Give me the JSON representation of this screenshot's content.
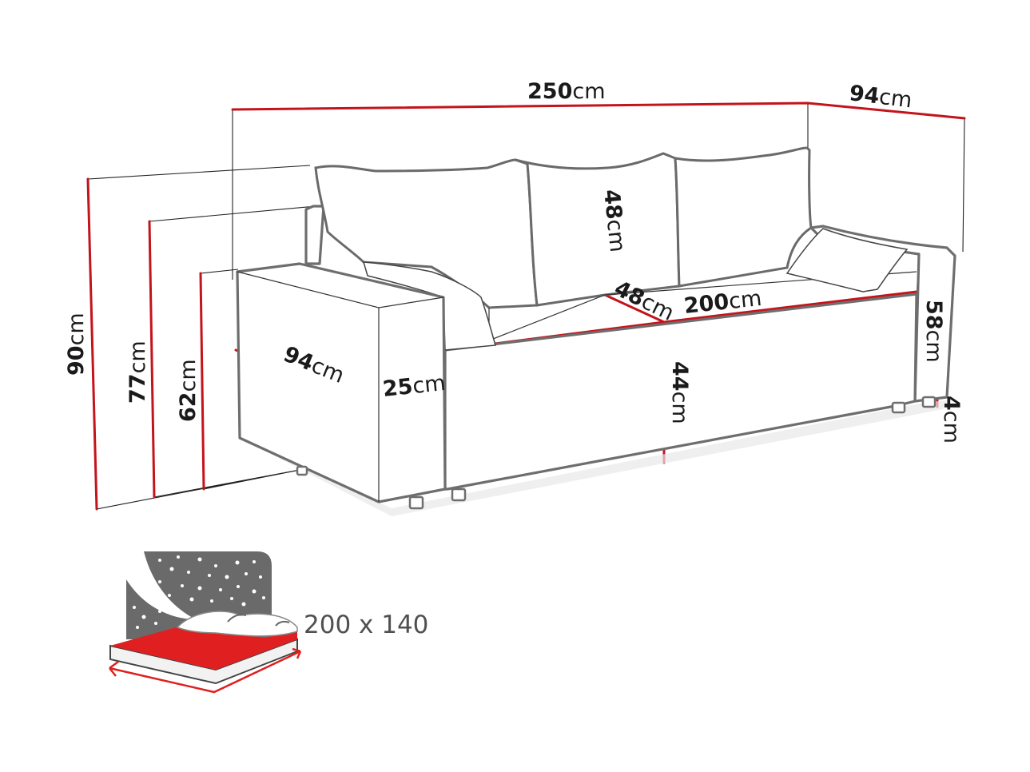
{
  "diagram": {
    "subject": "Three-seat sofa bed dimensions",
    "colors": {
      "dimension_line": "#c4141b",
      "outline": "#6e6e6e",
      "bed_sheet": "#e02020",
      "night_sky": "#6a6a6a"
    },
    "dimensions": {
      "total_width": {
        "value": "250",
        "unit": "cm"
      },
      "total_depth": {
        "value": "94",
        "unit": "cm"
      },
      "total_height": {
        "value": "90",
        "unit": "cm"
      },
      "back_height": {
        "value": "77",
        "unit": "cm"
      },
      "armrest_height": {
        "value": "62",
        "unit": "cm"
      },
      "armrest_depth": {
        "value": "94",
        "unit": "cm"
      },
      "armrest_width": {
        "value": "25",
        "unit": "cm"
      },
      "backrest_cushion_height": {
        "value": "48",
        "unit": "cm"
      },
      "seat_depth": {
        "value": "48",
        "unit": "cm"
      },
      "seat_width": {
        "value": "200",
        "unit": "cm"
      },
      "seat_height": {
        "value": "44",
        "unit": "cm"
      },
      "inner_armrest_height": {
        "value": "58",
        "unit": "cm"
      },
      "leg_height": {
        "value": "4",
        "unit": "cm"
      }
    },
    "sleeping_area": {
      "icon": "bed-night-icon",
      "label": "200 x 140"
    }
  }
}
